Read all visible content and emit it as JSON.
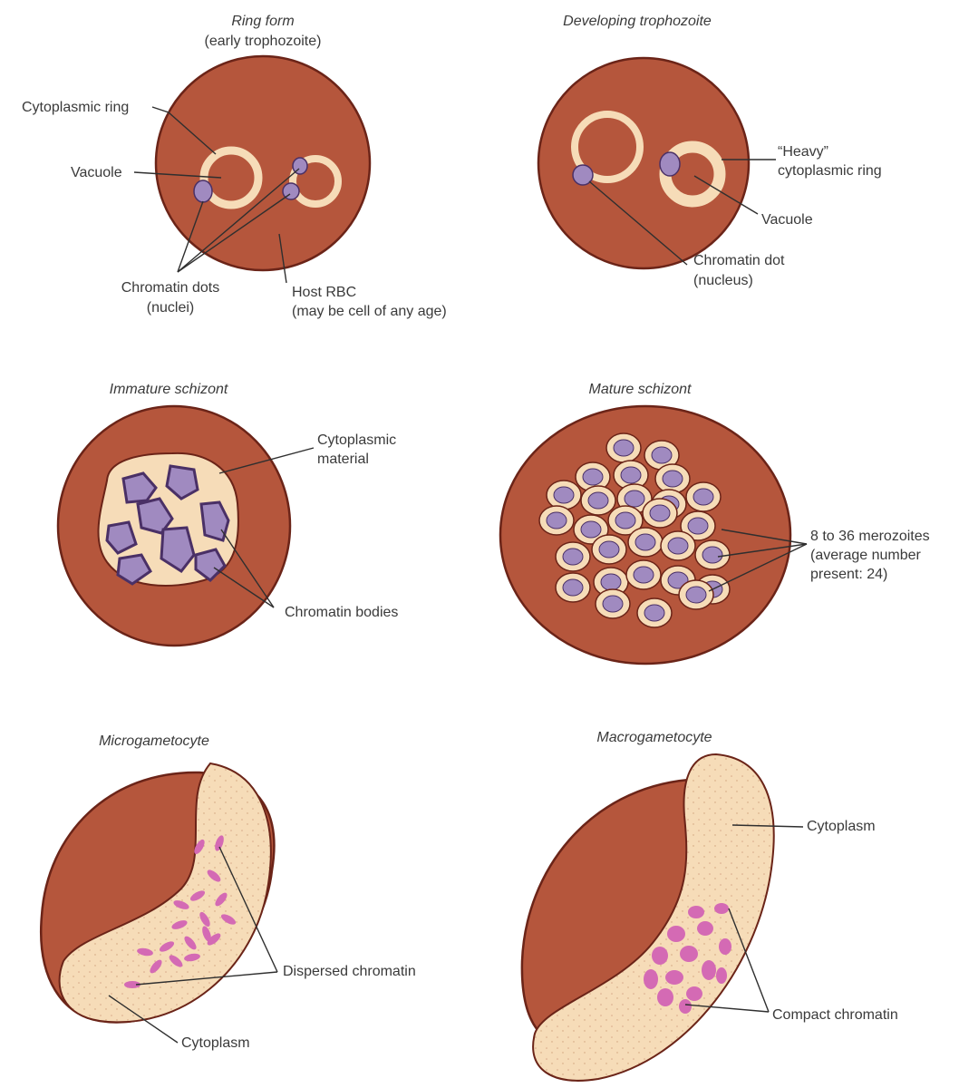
{
  "panels": {
    "ring_form": {
      "title": "Ring form",
      "subtitle": "(early trophozoite)",
      "labels": {
        "cytoplasmic_ring": "Cytoplasmic ring",
        "vacuole": "Vacuole",
        "chromatin_dots_1": "Chromatin dots",
        "chromatin_dots_2": "(nuclei)",
        "host_rbc_1": "Host RBC",
        "host_rbc_2": "(may be cell of any age)"
      }
    },
    "developing_trophozoite": {
      "title": "Developing trophozoite",
      "labels": {
        "heavy_1": "“Heavy”",
        "heavy_2": "cytoplasmic ring",
        "vacuole": "Vacuole",
        "chromatin_dot_1": "Chromatin dot",
        "chromatin_dot_2": "(nucleus)"
      }
    },
    "immature_schizont": {
      "title": "Immature schizont",
      "labels": {
        "cyto_material_1": "Cytoplasmic",
        "cyto_material_2": "material",
        "chromatin_bodies": "Chromatin bodies"
      }
    },
    "mature_schizont": {
      "title": "Mature schizont",
      "labels": {
        "merozoites_1": "8 to 36 merozoites",
        "merozoites_2": "(average number",
        "merozoites_3": "present: 24)"
      }
    },
    "microgametocyte": {
      "title": "Microgametocyte",
      "labels": {
        "dispersed_chromatin": "Dispersed chromatin",
        "cytoplasm": "Cytoplasm"
      }
    },
    "macrogametocyte": {
      "title": "Macrogametocyte",
      "labels": {
        "cytoplasm": "Cytoplasm",
        "compact_chromatin": "Compact chromatin"
      }
    }
  },
  "colors": {
    "rbc_fill": "#b5563c",
    "rbc_outline": "#6b2418",
    "cytoplasm": "#f6dcb8",
    "chromatin_purple": "#a08ac0",
    "chromatin_magenta": "#d46ab4"
  }
}
